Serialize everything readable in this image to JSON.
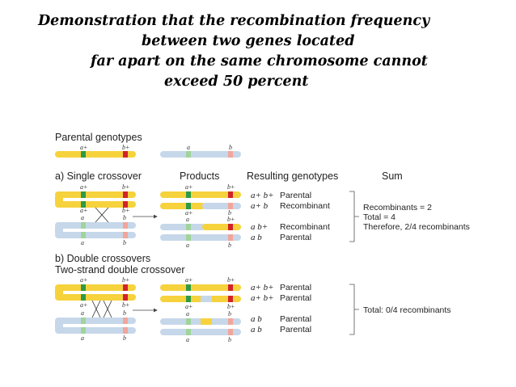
{
  "title": {
    "line1": "Demonstration that the recombination frequency",
    "line2": "between two genes located",
    "line3": "far apart on the same chromosome cannot",
    "line4": "exceed 50 percent"
  },
  "figure": {
    "parental_heading": "Parental genotypes",
    "section_a_heading": "a) Single crossover",
    "products_heading": "Products",
    "resulting_heading": "Resulting genotypes",
    "sum_heading": "Sum",
    "section_b_heading1": "b) Double crossovers",
    "section_b_heading2": "Two-strand double crossover",
    "gene_a_plus": "a+",
    "gene_b_plus": "b+",
    "gene_a": "a",
    "gene_b": "b",
    "results_a": [
      {
        "geno": "a+ b+",
        "label": "Parental"
      },
      {
        "geno": "a+ b",
        "label": "Recombinant"
      },
      {
        "geno": "a b+",
        "label": "Recombinant"
      },
      {
        "geno": "a b",
        "label": "Parental"
      }
    ],
    "results_b": [
      {
        "geno": "a+ b+",
        "label": "Parental"
      },
      {
        "geno": "a+ b+",
        "label": "Parental"
      },
      {
        "geno": "a b",
        "label": "Parental"
      },
      {
        "geno": "a b",
        "label": "Parental"
      }
    ],
    "sum_a": [
      "Recombinants = 2",
      "Total = 4",
      "Therefore, 2/4 recombinants"
    ],
    "sum_b": "Total: 0/4 recombinants",
    "colors": {
      "yellow": "#f6d23c",
      "blue": "#c6d7ea",
      "green": "#2e9a46",
      "light_green": "#9fd49a",
      "red": "#d2232a",
      "pink": "#f2a59a"
    }
  }
}
